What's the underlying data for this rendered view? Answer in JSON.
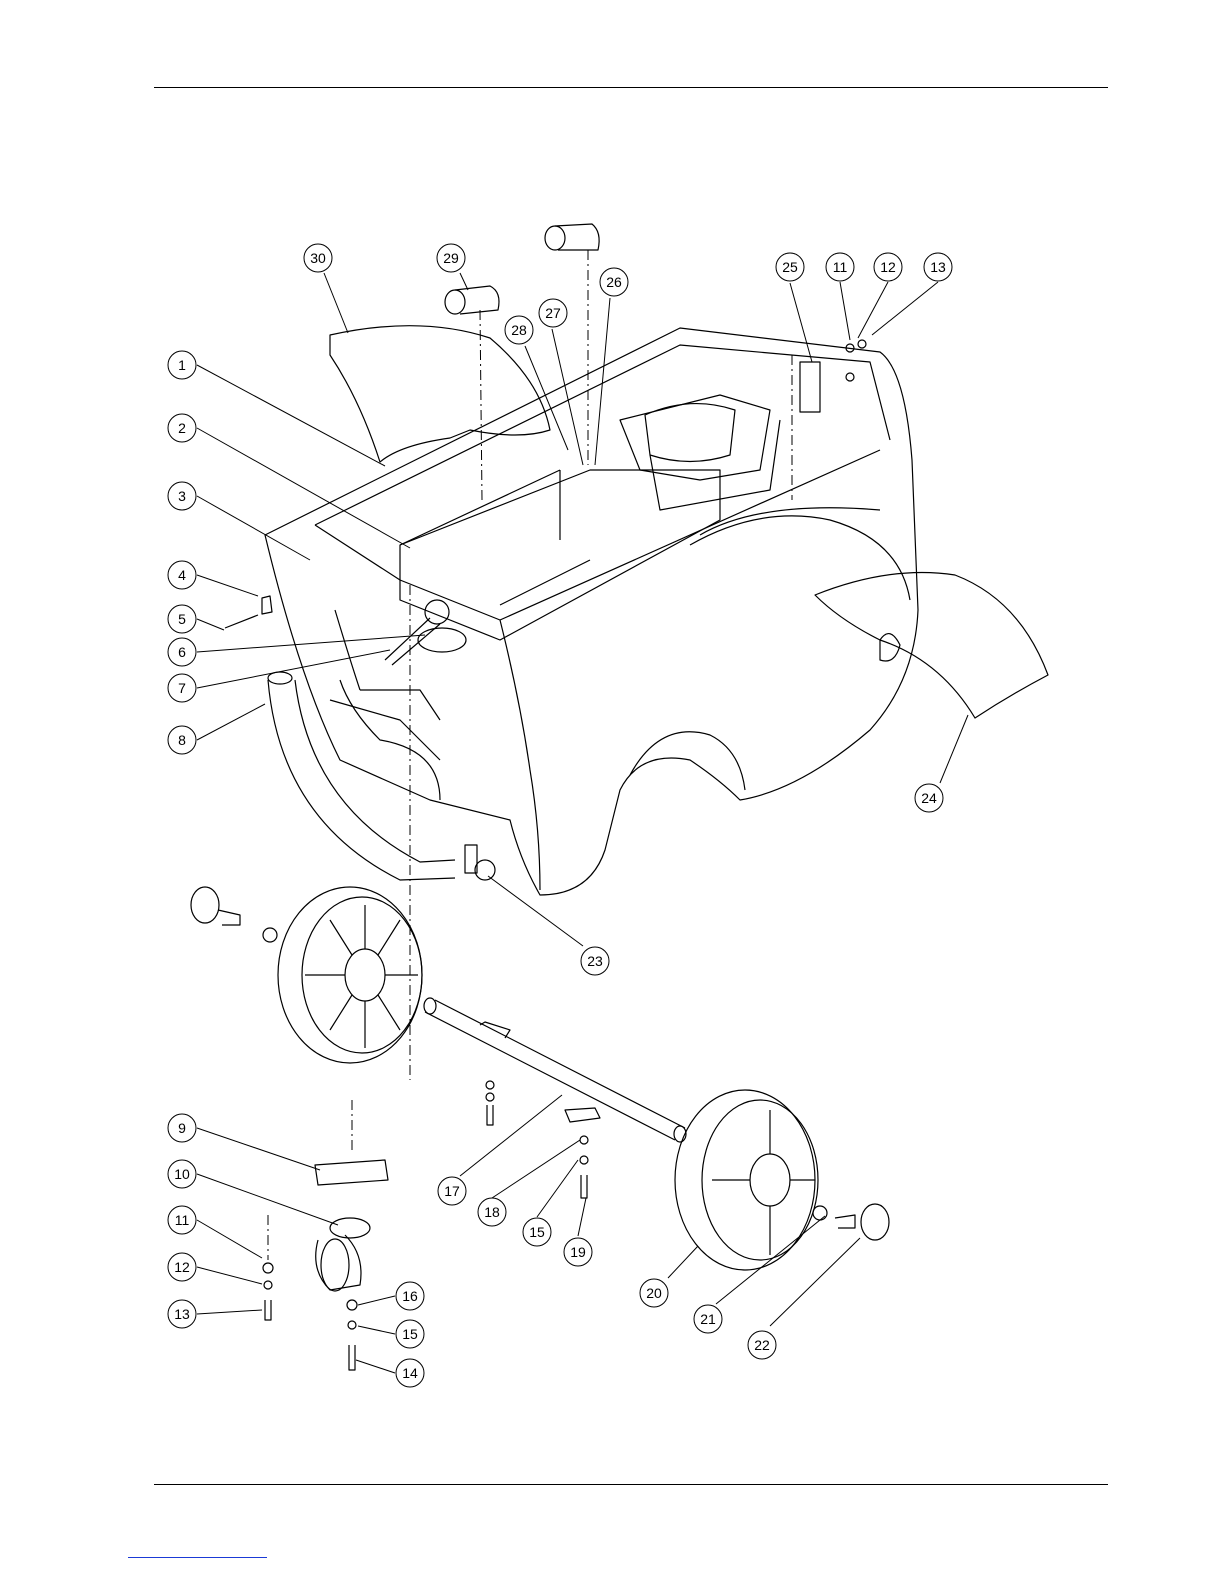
{
  "callouts": [
    {
      "label": "1"
    },
    {
      "label": "2"
    },
    {
      "label": "3"
    },
    {
      "label": "4"
    },
    {
      "label": "5"
    },
    {
      "label": "6"
    },
    {
      "label": "7"
    },
    {
      "label": "8"
    },
    {
      "label": "9"
    },
    {
      "label": "10"
    },
    {
      "label": "11"
    },
    {
      "label": "12"
    },
    {
      "label": "13"
    },
    {
      "label": "11"
    },
    {
      "label": "12"
    },
    {
      "label": "13"
    },
    {
      "label": "14"
    },
    {
      "label": "15"
    },
    {
      "label": "16"
    },
    {
      "label": "17"
    },
    {
      "label": "18"
    },
    {
      "label": "15"
    },
    {
      "label": "19"
    },
    {
      "label": "20"
    },
    {
      "label": "21"
    },
    {
      "label": "22"
    },
    {
      "label": "23"
    },
    {
      "label": "24"
    },
    {
      "label": "25"
    },
    {
      "label": "26"
    },
    {
      "label": "27"
    },
    {
      "label": "28"
    },
    {
      "label": "29"
    },
    {
      "label": "30"
    }
  ],
  "colors": {
    "line": "#000000",
    "link": "#1a3ad6"
  }
}
